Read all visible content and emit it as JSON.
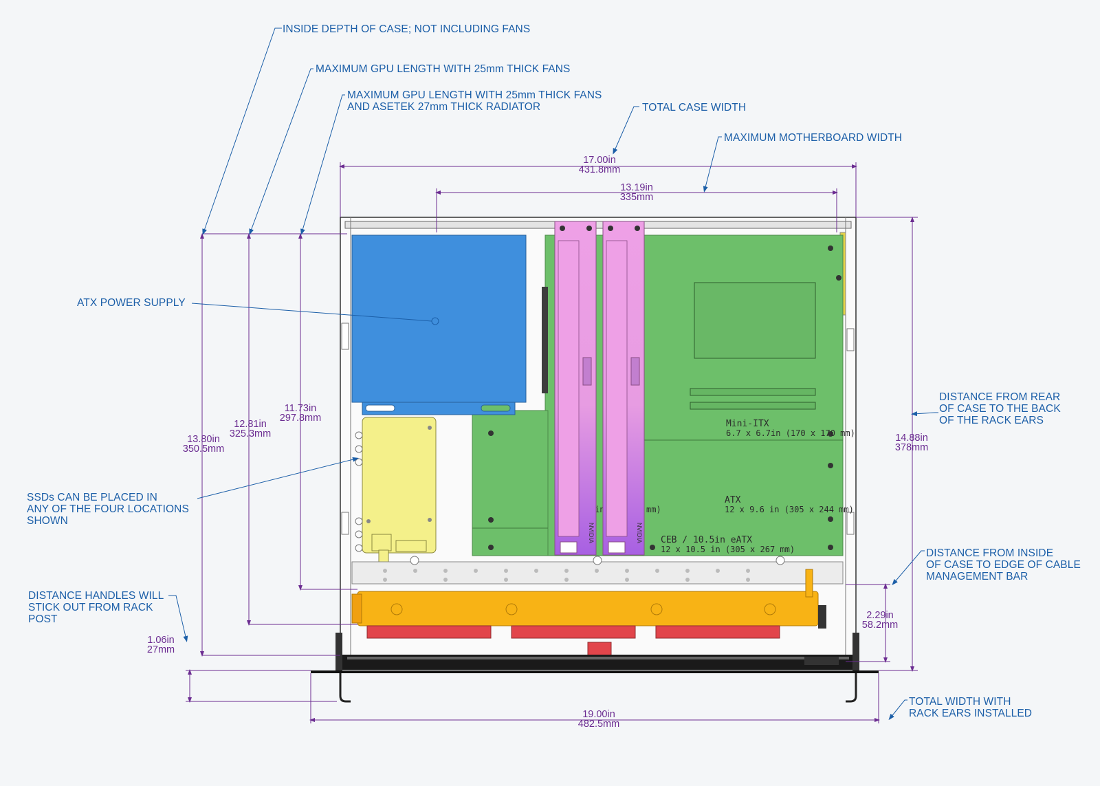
{
  "labels": {
    "inside_depth": "INSIDE DEPTH OF CASE; NOT INCLUDING FANS",
    "gpu_len_25": "MAXIMUM GPU LENGTH WITH 25mm THICK FANS",
    "gpu_len_radiator_1": "MAXIMUM GPU LENGTH WITH 25mm THICK FANS",
    "gpu_len_radiator_2": "AND ASETEK 27mm THICK RADIATOR",
    "total_case_width": "TOTAL CASE WIDTH",
    "max_mobo_width": "MAXIMUM MOTHERBOARD WIDTH",
    "atx_psu": "ATX POWER SUPPLY",
    "ssd_1": "SSDs CAN BE PLACED IN",
    "ssd_2": "ANY OF THE FOUR LOCATIONS",
    "ssd_3": "SHOWN",
    "handles_1": "DISTANCE HANDLES WILL",
    "handles_2": "STICK OUT FROM RACK",
    "handles_3": "POST",
    "rear_1": "DISTANCE FROM REAR",
    "rear_2": "OF CASE TO THE BACK",
    "rear_3": "OF THE RACK EARS",
    "cable_1": "DISTANCE FROM INSIDE",
    "cable_2": "OF CASE TO EDGE OF CABLE",
    "cable_3": "MANAGEMENT BAR",
    "total_ears_1": "TOTAL WIDTH WITH",
    "total_ears_2": "RACK EARS INSTALLED"
  },
  "dimensions": {
    "case_width_in": "17.00in",
    "case_width_mm": "431.8mm",
    "mobo_width_in": "13.19in",
    "mobo_width_mm": "335mm",
    "inside_depth_in": "13.80in",
    "inside_depth_mm": "350.5mm",
    "gpu_len_in": "12.81in",
    "gpu_len_mm": "325.3mm",
    "gpu_len_rad_in": "11.73in",
    "gpu_len_rad_mm": "297.8mm",
    "rear_in": "14.88in",
    "rear_mm": "378mm",
    "cable_bar_in": "2.29in",
    "cable_bar_mm": "58.2mm",
    "handles_in": "1.06in",
    "handles_mm": "27mm",
    "total_ears_in": "19.00in",
    "total_ears_mm": "482.5mm"
  },
  "board": {
    "miniitx_1": "Mini-ITX",
    "miniitx_2": "6.7 x 6.7in (170 x 170 mm)",
    "atx_1": "ATX",
    "atx_2": "12 x 9.6 in (305 x 244 mm)",
    "ceb_1": "CEB / 10.5in eATX",
    "ceb_2": "12 x 10.5 in (305 x 267 mm)",
    "frag_in": "in",
    "frag_mm": "mm)",
    "gpu_brand": "NVIDIA"
  },
  "colors": {
    "label": "#1c5fa8",
    "dimension": "#6b2c91",
    "psu": "#3f8fdd",
    "motherboard": "#6dbf6a",
    "gpu": "#eea0e6",
    "ssd": "#f4f08a",
    "radiator": "#f8b315",
    "fans": "#e2454b"
  }
}
